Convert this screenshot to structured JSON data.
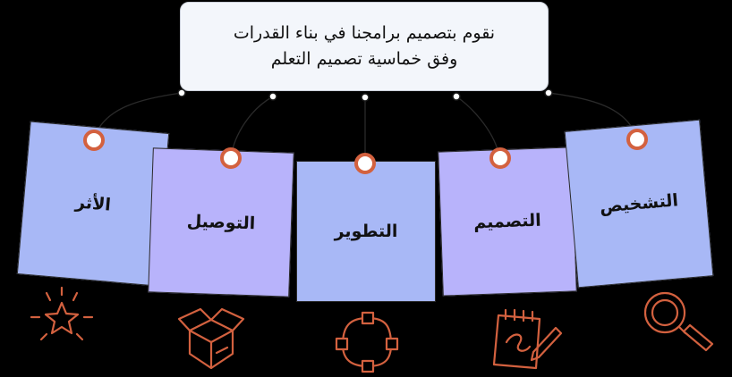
{
  "callout": {
    "line1": "نقوم بتصميم برامجنا في بناء القدرات",
    "line2": "وفق خماسية تصميم التعلم"
  },
  "stages": [
    {
      "label": "الأثر",
      "icon": "star-icon"
    },
    {
      "label": "التوصيل",
      "icon": "box-icon"
    },
    {
      "label": "التطوير",
      "icon": "vector-path-icon"
    },
    {
      "label": "التصميم",
      "icon": "notepad-pencil-icon"
    },
    {
      "label": "التشخيص",
      "icon": "magnifier-icon"
    }
  ],
  "colors": {
    "accent": "#d3613f",
    "panel_light": "#a8b8f6",
    "panel_dark": "#b8b3fb",
    "background": "#000000"
  }
}
